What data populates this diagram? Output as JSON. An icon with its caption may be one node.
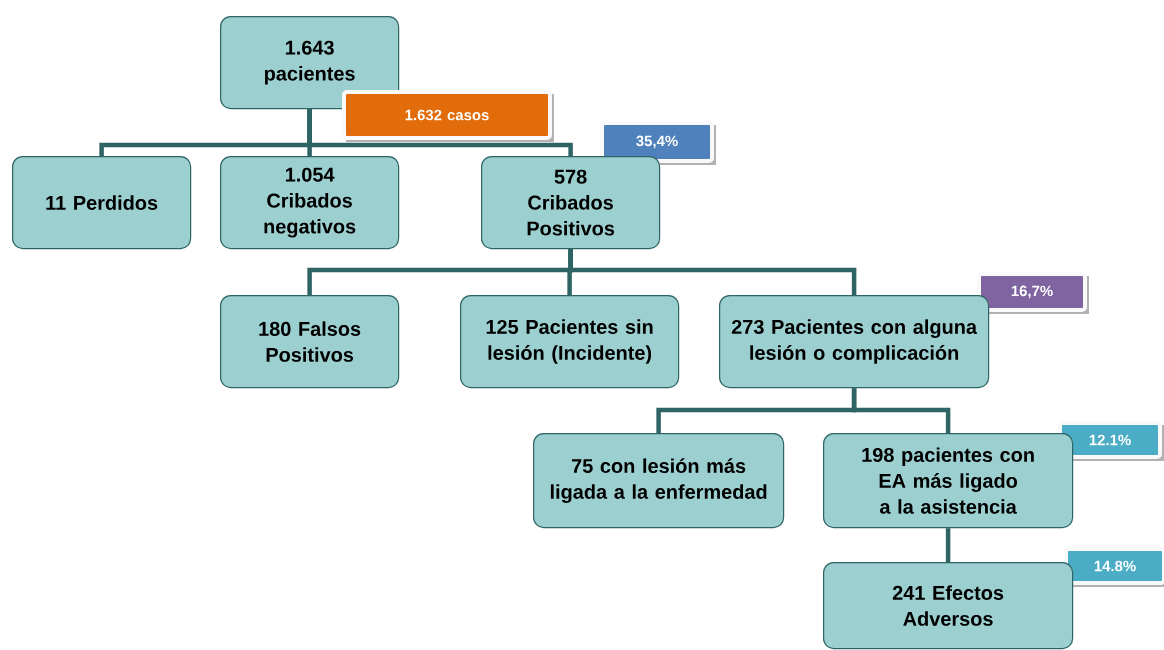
{
  "diagram": {
    "nodes": [
      {
        "text": [
          "1.643 pacientes"
        ]
      },
      {
        "text": [
          "1.632 casos"
        ]
      },
      {
        "text": [
          "11 Perdidos"
        ]
      },
      {
        "text": [
          "1.054 Cribados negativos"
        ]
      },
      {
        "text": [
          "35,4%"
        ]
      },
      {
        "text": [
          "578 Cribados Positivos"
        ]
      },
      {
        "text": [
          "180 Falsos Positivos"
        ]
      },
      {
        "text": [
          "125 Pacientes sin lesión (Incidente)"
        ]
      },
      {
        "text": [
          "16,7%"
        ]
      },
      {
        "text": [
          "273 Pacientes con alguna lesión o complicación"
        ]
      },
      {
        "text": [
          "12.1%"
        ]
      },
      {
        "text": [
          "75 con lesión más ligada a la enfermedad"
        ]
      },
      {
        "text": [
          "198 pacientes con EA más ligado a la asistencia"
        ]
      },
      {
        "text": [
          "14.8%"
        ]
      },
      {
        "text": [
          "241 Efectos Adversos"
        ]
      }
    ],
    "edges": [
      {
        "from": 0,
        "to": 2,
        "arrow": "none"
      },
      {
        "from": 0,
        "to": 3,
        "arrow": "none"
      },
      {
        "from": 0,
        "to": 5,
        "arrow": "none"
      },
      {
        "from": 5,
        "to": 6,
        "arrow": "none"
      },
      {
        "from": 5,
        "to": 7,
        "arrow": "none"
      },
      {
        "from": 5,
        "to": 9,
        "arrow": "none"
      },
      {
        "from": 9,
        "to": 11,
        "arrow": "none"
      },
      {
        "from": 9,
        "to": 12,
        "arrow": "none"
      },
      {
        "from": 12,
        "to": 14,
        "arrow": "none"
      }
    ]
  }
}
